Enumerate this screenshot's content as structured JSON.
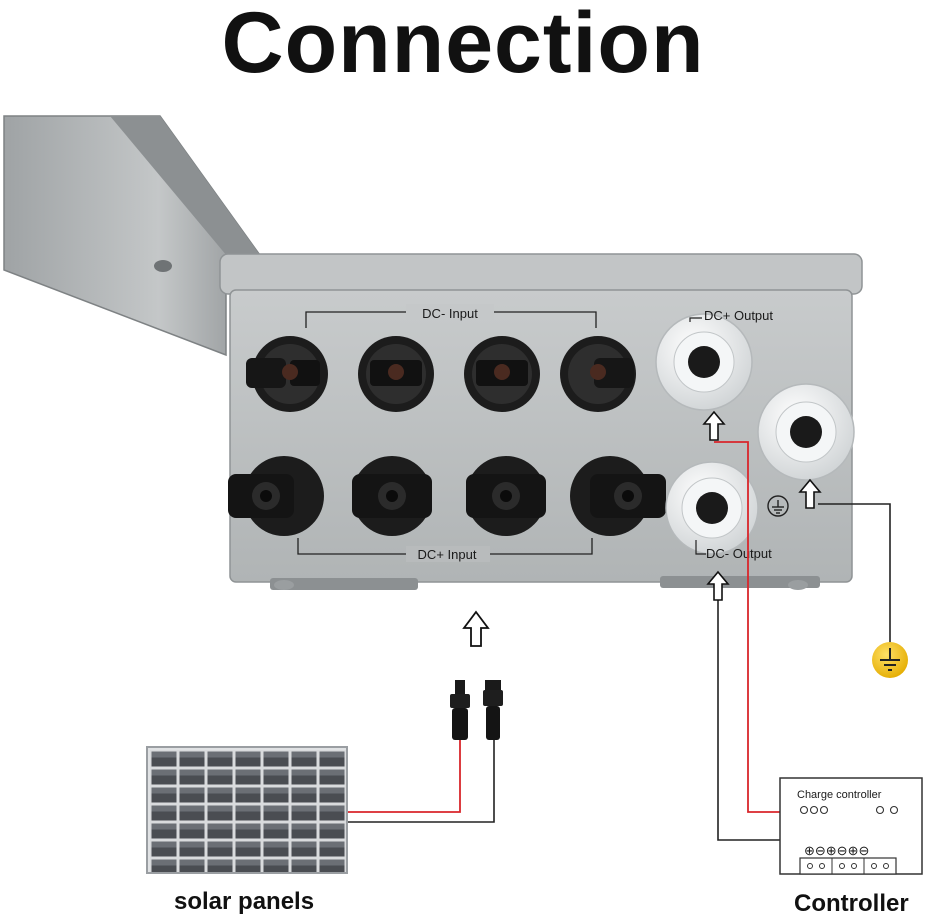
{
  "title": "Connection",
  "box_labels": {
    "dc_minus_input": "DC- Input",
    "dc_plus_input": "DC+ Input",
    "dc_plus_output": "DC+ Output",
    "dc_minus_output": "DC- Output"
  },
  "controller": {
    "label": "Charge controller",
    "terminal_signs": "⊕⊖⊕⊖⊕⊖"
  },
  "captions": {
    "solar_panels": "solar panels",
    "controller": "Controller"
  },
  "icons": [
    "ground-symbol-icon",
    "ground-badge-icon",
    "up-arrow-icon",
    "mc4-connector-icon",
    "solar-panel-icon"
  ],
  "colors": {
    "enclosure": "#b9bcbd",
    "wire_red": "#d9262b",
    "wire_black": "#1a1a1a",
    "ground_badge": "#f2c218",
    "gland": "#eef0f1"
  }
}
